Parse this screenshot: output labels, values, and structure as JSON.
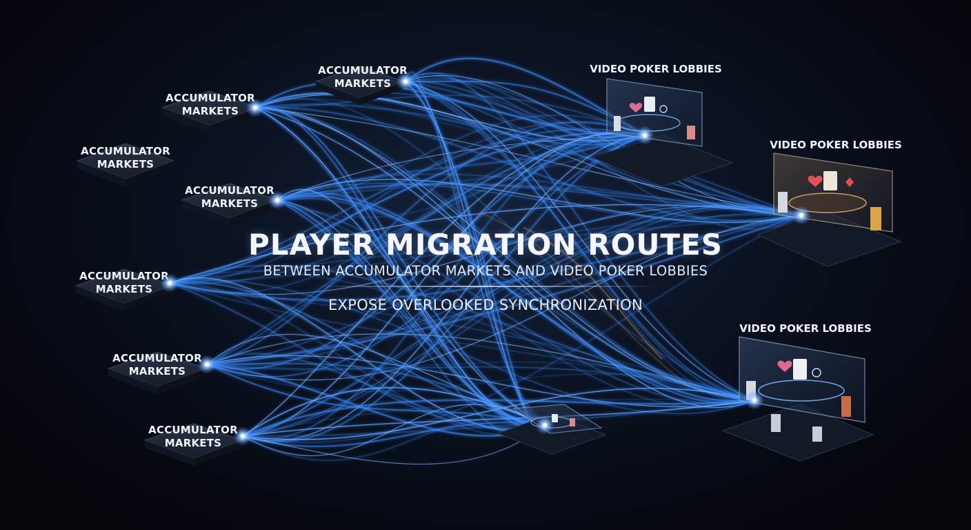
{
  "title": "PLAYER MIGRATION ROUTES",
  "subtitle": "BETWEEN ACCUMULATOR MARKETS AND VIDEO POKER LOBBIES",
  "tagline": "EXPOSE OVERLOOKED SYNCHRONIZATION",
  "accumulator_markets": [
    {
      "line1": "ACCUMULATOR",
      "line2": "MARKETS"
    },
    {
      "line1": "ACCUMULATOR",
      "line2": "MARKETS"
    },
    {
      "line1": "ACCUMULATOR",
      "line2": "MARKETS"
    },
    {
      "line1": "ACCUMULATOR",
      "line2": "MARKETS"
    },
    {
      "line1": "ACCUMULATOR",
      "line2": "MARKETS"
    },
    {
      "line1": "ACCUMULATOR",
      "line2": "MARKETS"
    },
    {
      "line1": "ACCUMULATOR",
      "line2": "MARKETS"
    }
  ],
  "video_poker_lobbies": [
    {
      "label": "VIDEO POKER LOBBIES"
    },
    {
      "label": "VIDEO POKER LOBBIES"
    },
    {
      "label": "VIDEO POKER LOBBIES"
    },
    {
      "label": ""
    }
  ],
  "colors": {
    "background": "#05080f",
    "route_blue": "#3d8cff",
    "route_glow": "#bfe0ff",
    "route_amber": "#d9a86b",
    "platform": "#1c2433",
    "text": "#f2f5fb"
  }
}
